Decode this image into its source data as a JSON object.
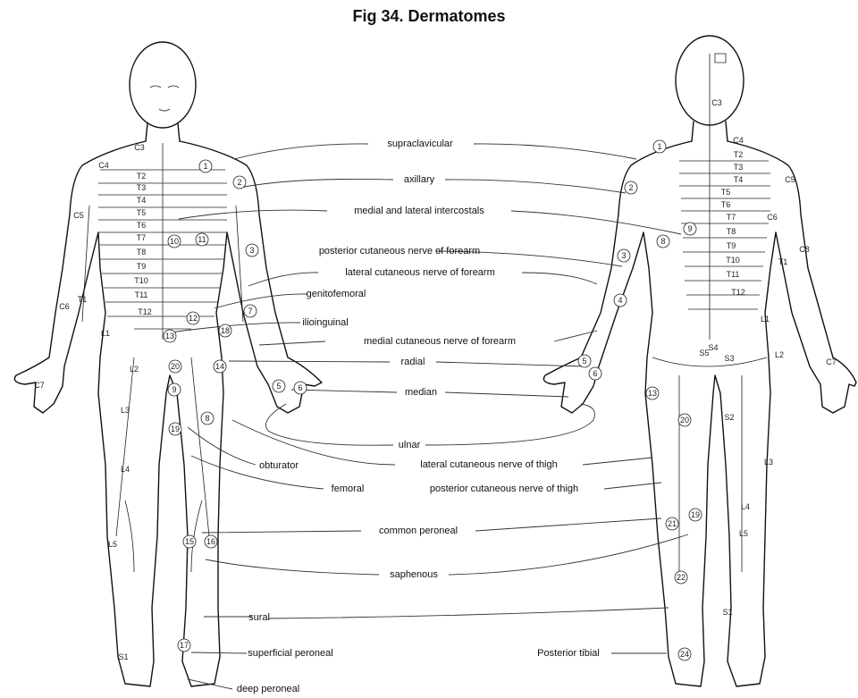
{
  "title": "Fig 34. Dermatomes",
  "nerve_labels": [
    {
      "key": "supraclavicular",
      "text": "supraclavicular"
    },
    {
      "key": "axillary",
      "text": "axillary"
    },
    {
      "key": "intercostals",
      "text": "medial and lateral intercostals"
    },
    {
      "key": "post_cut_forearm",
      "text": "posterior cutaneous nerve of forearm"
    },
    {
      "key": "lat_cut_forearm",
      "text": "lateral cutaneous nerve of forearm"
    },
    {
      "key": "genitofemoral",
      "text": "genitofemoral"
    },
    {
      "key": "ilioinguinal",
      "text": "ilioinguinal"
    },
    {
      "key": "med_cut_forearm",
      "text": "medial cutaneous nerve of forearm"
    },
    {
      "key": "radial",
      "text": "radial"
    },
    {
      "key": "median",
      "text": "median"
    },
    {
      "key": "ulnar",
      "text": "ulnar"
    },
    {
      "key": "lat_cut_thigh",
      "text": "lateral cutaneous nerve of thigh"
    },
    {
      "key": "obturator",
      "text": "obturator"
    },
    {
      "key": "femoral",
      "text": "femoral"
    },
    {
      "key": "post_cut_thigh",
      "text": "posterior cutaneous nerve of thigh"
    },
    {
      "key": "common_peroneal",
      "text": "common peroneal"
    },
    {
      "key": "saphenous",
      "text": "saphenous"
    },
    {
      "key": "sural",
      "text": "sural"
    },
    {
      "key": "superficial_peroneal",
      "text": "superficial peroneal"
    },
    {
      "key": "posterior_tibial",
      "text": "Posterior tibial"
    },
    {
      "key": "deep_peroneal",
      "text": "deep peroneal"
    }
  ],
  "front_segments": [
    "C3",
    "C4",
    "T2",
    "T3",
    "T4",
    "T5",
    "T6",
    "T7",
    "T8",
    "T9",
    "T10",
    "T11",
    "T12",
    "C5",
    "C6",
    "T1",
    "C7",
    "L1",
    "L2",
    "L3",
    "L4",
    "L5",
    "S1"
  ],
  "back_segments": [
    "C3",
    "C4",
    "C5",
    "T2",
    "T3",
    "T4",
    "T5",
    "T6",
    "T7",
    "T8",
    "T9",
    "T10",
    "T11",
    "T12",
    "C6",
    "T1",
    "C7",
    "C8",
    "S2",
    "S3",
    "S4",
    "S5",
    "L1",
    "L2",
    "L3",
    "L4",
    "L5",
    "S1"
  ],
  "front_numbers": [
    "1",
    "2",
    "3",
    "7",
    "8",
    "9",
    "10",
    "11",
    "12",
    "13",
    "14",
    "15",
    "16",
    "17",
    "18",
    "19",
    "20",
    "5",
    "6"
  ],
  "back_numbers": [
    "1",
    "2",
    "3",
    "4",
    "5",
    "6",
    "8",
    "9",
    "13",
    "19",
    "20",
    "21",
    "22",
    "24"
  ]
}
